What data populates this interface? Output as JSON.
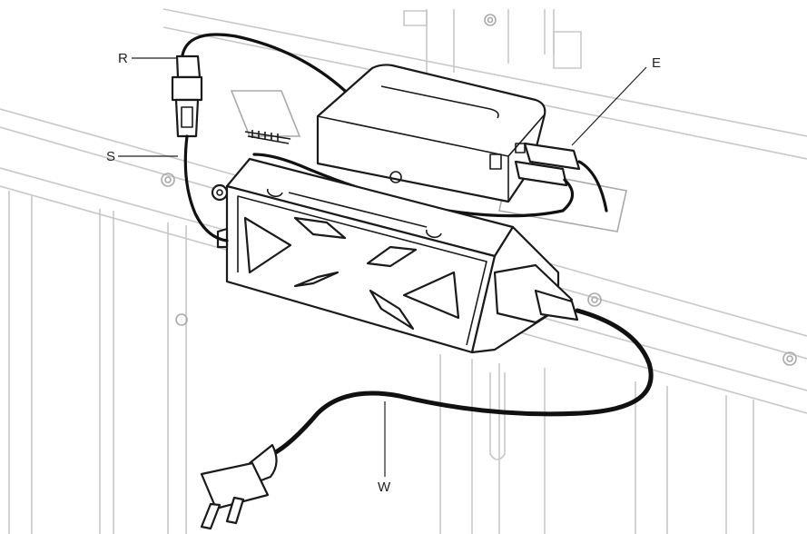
{
  "callouts": {
    "r": "R",
    "s": "S",
    "e": "E",
    "w": "W"
  },
  "colors": {
    "line": "#1a1a1a",
    "frame": "#c8c8c8",
    "background": "#ffffff"
  }
}
